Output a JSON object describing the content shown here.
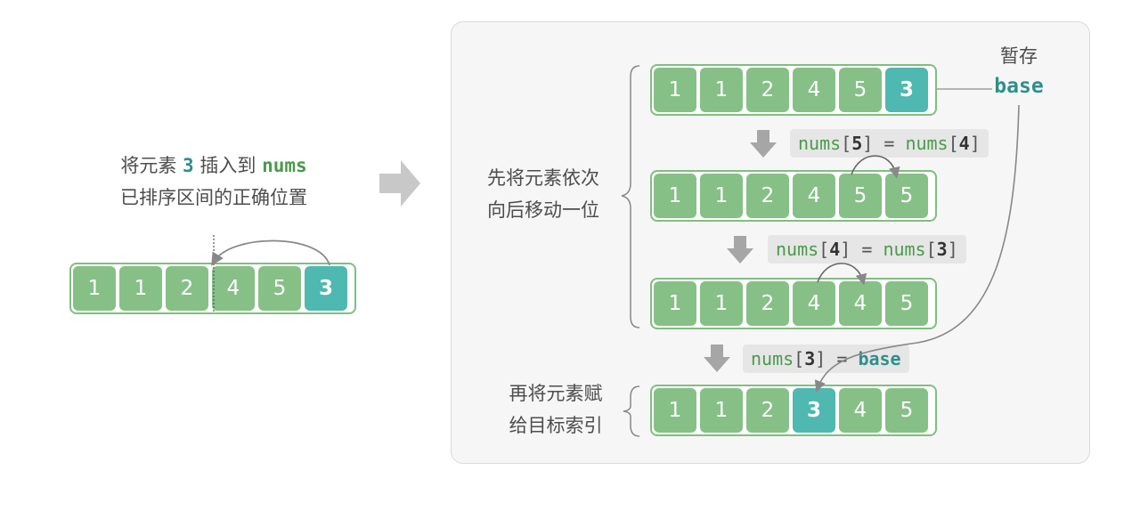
{
  "left": {
    "line1": {
      "prefix": "将元素 ",
      "value": "3",
      "middle": " 插入到 ",
      "target": "nums"
    },
    "line2": "已排序区间的正确位置",
    "array": [
      "1",
      "1",
      "2",
      "4",
      "5",
      "3"
    ],
    "highlight_index": 5
  },
  "right": {
    "temp_label": "暂存",
    "temp_var": "base",
    "shift_label_line1": "先将元素依次",
    "shift_label_line2": "向后移动一位",
    "assign_label_line1": "再将元素赋",
    "assign_label_line2": "给目标索引",
    "arrays": [
      {
        "cells": [
          "1",
          "1",
          "2",
          "4",
          "5",
          "3"
        ],
        "highlight_index": 5
      },
      {
        "cells": [
          "1",
          "1",
          "2",
          "4",
          "5",
          "5"
        ],
        "highlight_index": -1
      },
      {
        "cells": [
          "1",
          "1",
          "2",
          "4",
          "4",
          "5"
        ],
        "highlight_index": -1
      },
      {
        "cells": [
          "1",
          "1",
          "2",
          "3",
          "4",
          "5"
        ],
        "highlight_index": 3
      }
    ],
    "steps": [
      {
        "lhs_name": "nums",
        "lhs_index": "5",
        "op": " = ",
        "rhs_name": "nums",
        "rhs_index": "4"
      },
      {
        "lhs_name": "nums",
        "lhs_index": "4",
        "op": " = ",
        "rhs_name": "nums",
        "rhs_index": "3"
      },
      {
        "lhs_name": "nums",
        "lhs_index": "3",
        "op": " = ",
        "rhs_name": "base"
      }
    ]
  },
  "colors": {
    "cell_green": "#86c087",
    "cell_teal": "#4fb8b0",
    "code_green": "#4a9a4a",
    "code_teal": "#2f8f8a"
  }
}
